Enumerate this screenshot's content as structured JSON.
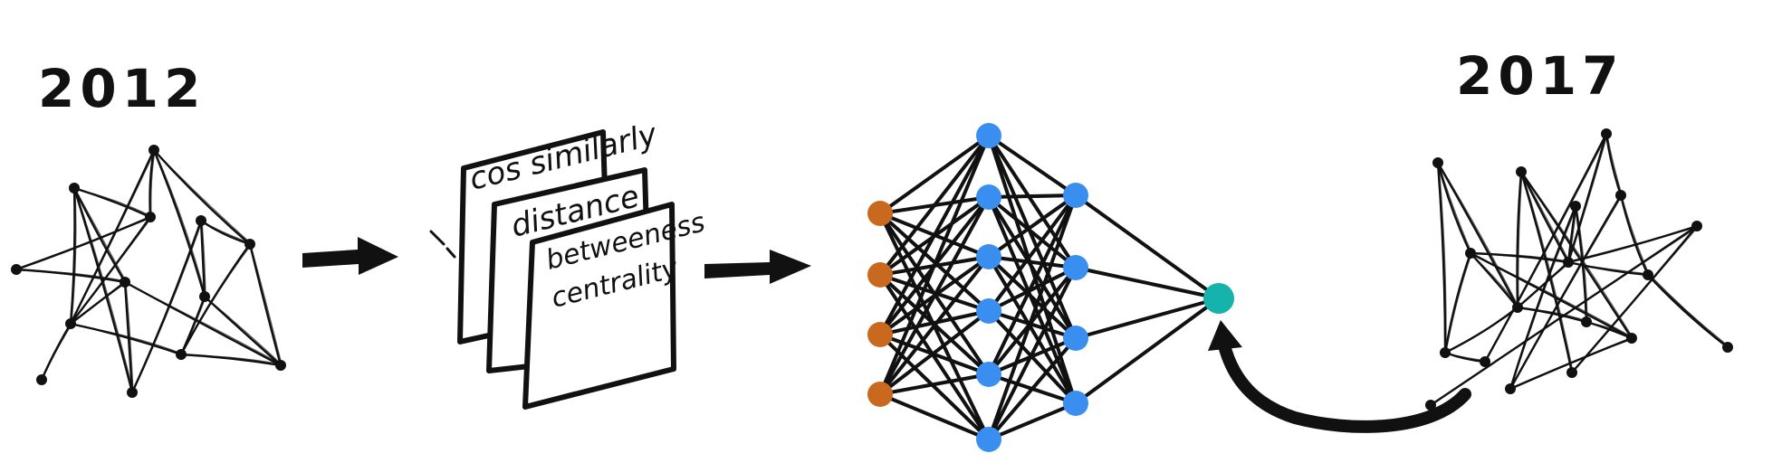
{
  "labels": {
    "year_before": "2012",
    "year_after": "2017"
  },
  "features": [
    {
      "line1": "cos similarly",
      "line2": ""
    },
    {
      "line1": "distance",
      "line2": ""
    },
    {
      "line1": "betweeness",
      "line2": "centrality"
    }
  ],
  "neural_net": {
    "input_nodes": 4,
    "hidden1_nodes": 6,
    "hidden2_nodes": 4,
    "output_nodes": 1
  },
  "colors": {
    "ink": "#111111",
    "input_node": "#c8691f",
    "hidden_node": "#3a8ef0",
    "output_node": "#16b3ad"
  }
}
